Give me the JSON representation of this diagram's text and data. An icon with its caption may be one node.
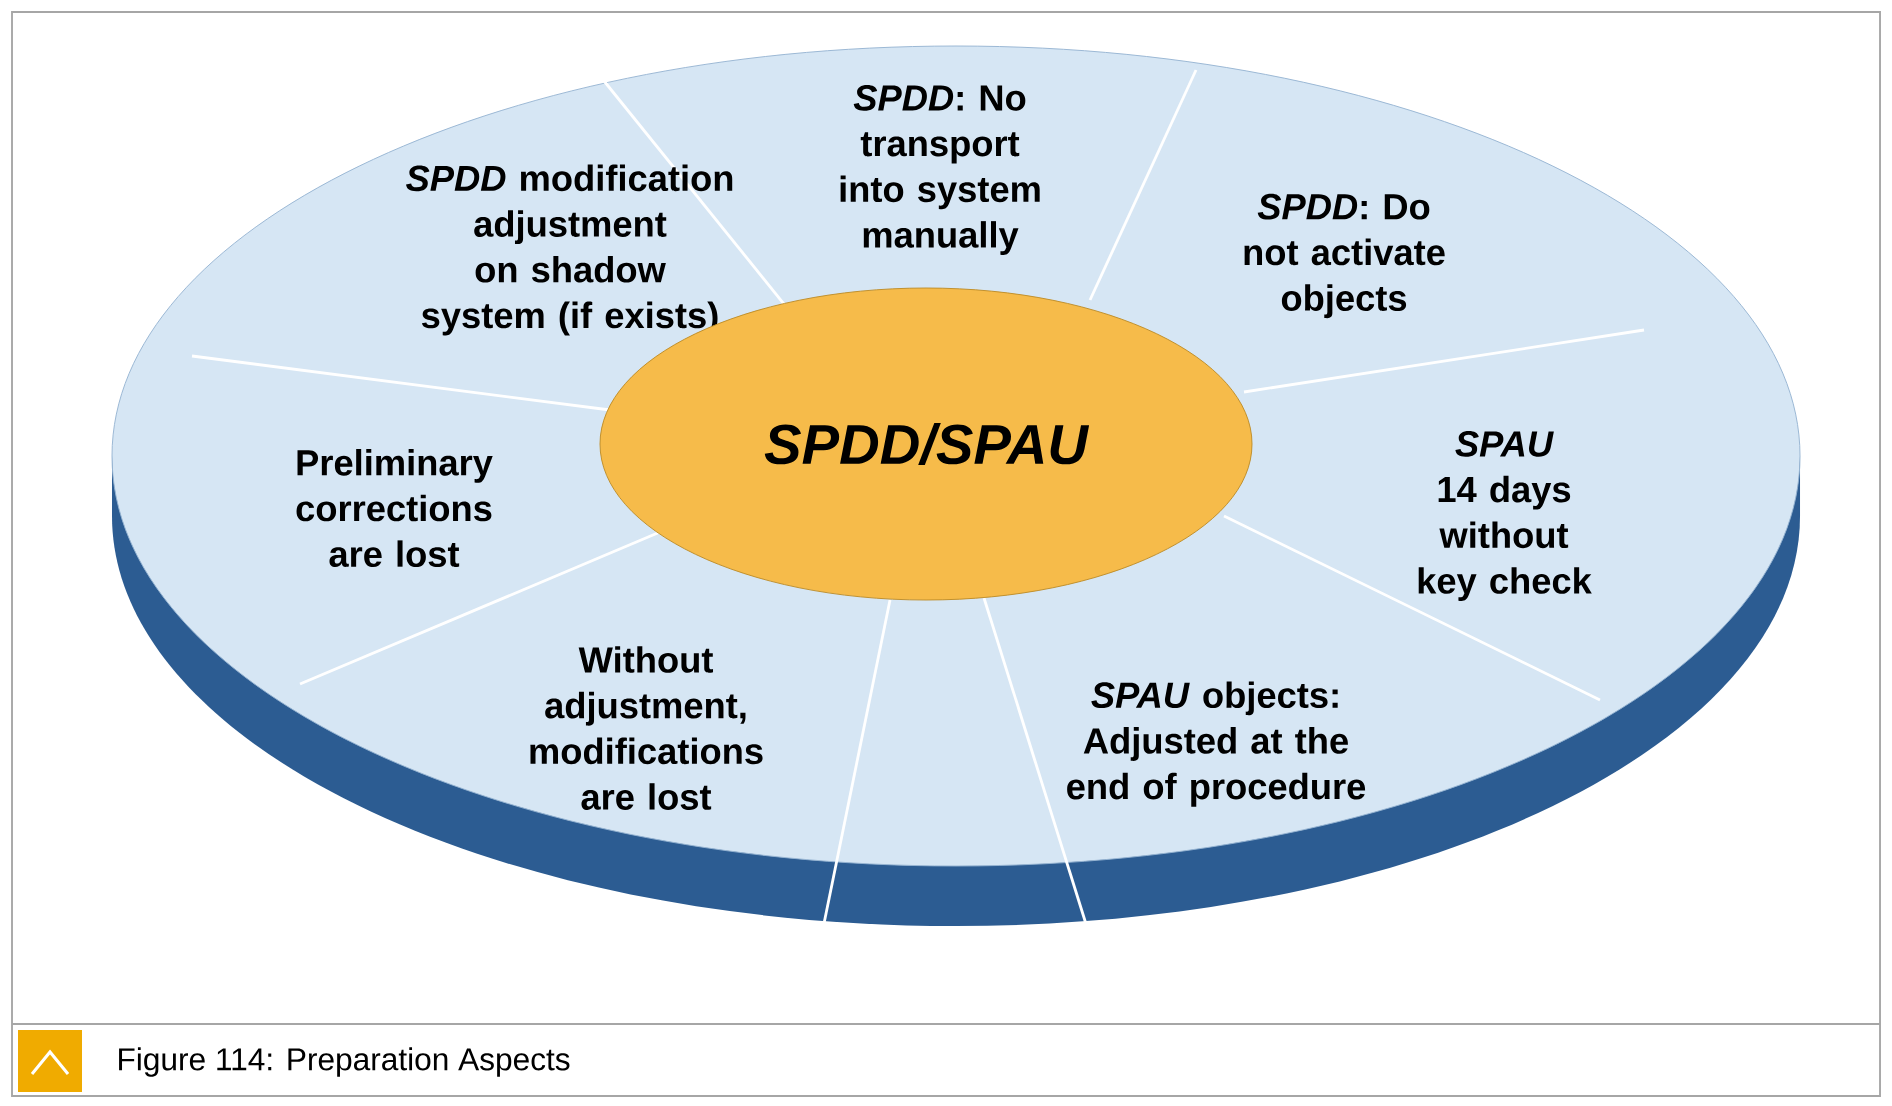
{
  "diagram": {
    "caption": "Figure 114: Preparation Aspects",
    "nodes": [
      {
        "text": [
          "*SPDD*: No transport into system manually"
        ]
      },
      {
        "text": [
          "*SPDD* modification adjustment on shadow system (if exists)"
        ]
      },
      {
        "text": [
          "*SPDD*: Do not activate objects"
        ]
      },
      {
        "text": [
          "SPDD/SPAU"
        ]
      },
      {
        "text": [
          "Preliminary corrections are lost"
        ]
      },
      {
        "text": [
          "*SPAU* 14 days without key check"
        ]
      },
      {
        "text": [
          "Without adjustment, modifications are lost"
        ]
      },
      {
        "text": [
          "*SPAU* objects: Adjusted at the end of procedure"
        ]
      }
    ]
  }
}
